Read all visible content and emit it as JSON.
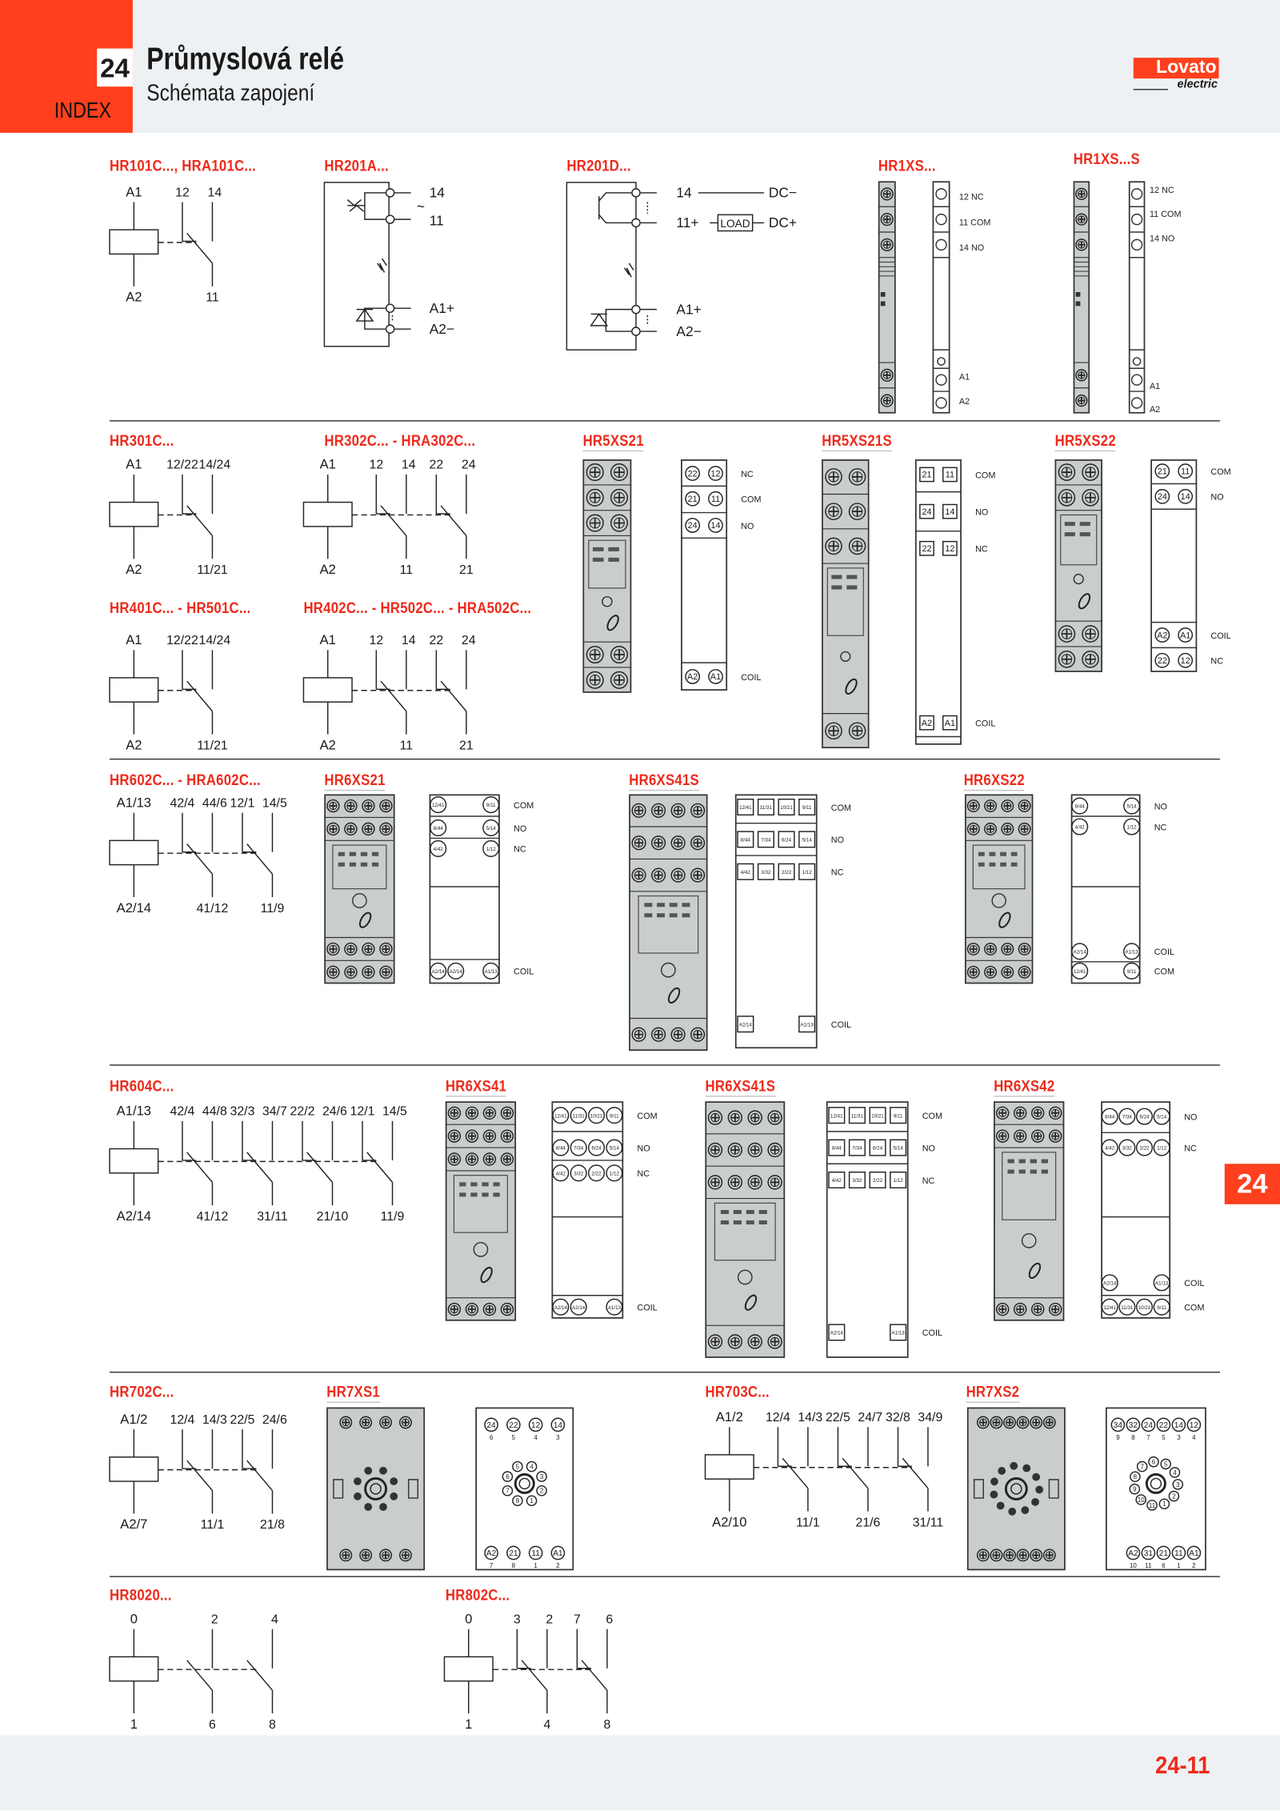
{
  "header": {
    "section_number": "24",
    "title": "Průmyslová relé",
    "subtitle": "Schémata zapojení",
    "index_label": "INDEX",
    "logo_brand": "Lovato",
    "logo_sub": "electric"
  },
  "side_tab": "24",
  "footer": {
    "page_number": "24-11"
  },
  "titles": {
    "hr101c": "HR101C..., HRA101C...",
    "hr201a": "HR201A...",
    "hr201d": "HR201D...",
    "hr1xs": "HR1XS...",
    "hr1xss": "HR1XS...S",
    "hr301c": "HR301C...",
    "hr302c": "HR302C... - HRA302C...",
    "hr5xs21": "HR5XS21",
    "hr5xs21s": "HR5XS21S",
    "hr5xs22": "HR5XS22",
    "hr401c": "HR401C... - HR501C...",
    "hr402c": "HR402C... - HR502C... - HRA502C...",
    "hr602c": "HR602C... - HRA602C...",
    "hr6xs21": "HR6XS21",
    "hr6xs41s_a": "HR6XS41S",
    "hr6xs22": "HR6XS22",
    "hr604c": "HR604C...",
    "hr6xs41": "HR6XS41",
    "hr6xs41s_b": "HR6XS41S",
    "hr6xs42": "HR6XS42",
    "hr702c": "HR702C...",
    "hr7xs1": "HR7XS1",
    "hr703c": "HR703C...",
    "hr7xs2": "HR7XS2",
    "hr8020": "HR8020...",
    "hr802c": "HR802C..."
  },
  "schematics": {
    "hr101c": {
      "coil": [
        "A1",
        "A2"
      ],
      "contacts": [
        {
          "nc": "12",
          "no": "14",
          "com": "11"
        }
      ]
    },
    "hr301c": {
      "coil": [
        "A1",
        "A2"
      ],
      "contacts": [
        {
          "nc": "12/22",
          "no": "14/24",
          "com": "11/21"
        }
      ]
    },
    "hr302c": {
      "coil": [
        "A1",
        "A2"
      ],
      "contacts": [
        {
          "nc": "12",
          "no": "14",
          "com": "11"
        },
        {
          "nc": "22",
          "no": "24",
          "com": "21"
        }
      ]
    },
    "hr401c": {
      "coil": [
        "A1",
        "A2"
      ],
      "contacts": [
        {
          "nc": "12/22",
          "no": "14/24",
          "com": "11/21"
        }
      ]
    },
    "hr402c": {
      "coil": [
        "A1",
        "A2"
      ],
      "contacts": [
        {
          "nc": "12",
          "no": "14",
          "com": "11"
        },
        {
          "nc": "22",
          "no": "24",
          "com": "21"
        }
      ]
    },
    "hr602c": {
      "coil": [
        "A1/13",
        "A2/14"
      ],
      "contacts": [
        {
          "nc": "42/4",
          "no": "44/6",
          "com": "41/12"
        },
        {
          "nc": "12/1",
          "no": "14/5",
          "com": "11/9"
        }
      ]
    },
    "hr604c": {
      "coil": [
        "A1/13",
        "A2/14"
      ],
      "contacts": [
        {
          "nc": "42/4",
          "no": "44/8",
          "com": "41/12"
        },
        {
          "nc": "32/3",
          "no": "34/7",
          "com": "31/11"
        },
        {
          "nc": "22/2",
          "no": "24/6",
          "com": "21/10"
        },
        {
          "nc": "12/1",
          "no": "14/5",
          "com": "11/9"
        }
      ]
    },
    "hr702c": {
      "coil": [
        "A1/2",
        "A2/7"
      ],
      "contacts": [
        {
          "nc": "12/4",
          "no": "14/3",
          "com": "11/1"
        },
        {
          "nc": "22/5",
          "no": "24/6",
          "com": "21/8"
        }
      ]
    },
    "hr703c": {
      "coil": [
        "A1/2",
        "A2/10"
      ],
      "contacts": [
        {
          "nc": "12/4",
          "no": "14/3",
          "com": "11/1"
        },
        {
          "nc": "22/5",
          "no": "24/7",
          "com": "21/6"
        },
        {
          "nc": "32/8",
          "no": "34/9",
          "com": "31/11"
        }
      ]
    },
    "hr8020": {
      "coil": [
        "0",
        "1"
      ],
      "contacts": [
        {
          "no": "2",
          "com": "6"
        },
        {
          "no": "4",
          "com": "8"
        }
      ]
    },
    "hr802c": {
      "coil": [
        "0",
        "1"
      ],
      "contacts": [
        {
          "nc": "3",
          "no": "2",
          "com": "4"
        },
        {
          "nc": "7",
          "no": "6",
          "com": "8"
        }
      ]
    }
  },
  "hr201a": {
    "t14": "14",
    "tilde": "~",
    "t11": "11",
    "a1": "A1+",
    "a2": "A2−"
  },
  "hr201d": {
    "t14": "14",
    "t11": "11+",
    "load": "LOAD",
    "dc_minus": "DC−",
    "dc_plus": "DC+",
    "a1": "A1+",
    "a2": "A2−"
  },
  "hr1xs": {
    "labels": [
      "12 NC",
      "11 COM",
      "14 NO",
      "A1",
      "A2"
    ]
  },
  "hr1xss": {
    "labels": [
      "12 NC",
      "11 COM",
      "14 NO",
      "A1",
      "A2"
    ]
  },
  "fronts": {
    "hr5xs21": {
      "rows": [
        {
          "terms": [
            "22",
            "12"
          ],
          "label": "NC"
        },
        {
          "terms": [
            "21",
            "11"
          ],
          "label": "COM"
        },
        {
          "terms": [
            "24",
            "14"
          ],
          "label": "NO"
        },
        {
          "terms": [
            "A2",
            "A1"
          ],
          "label": "COIL"
        }
      ]
    },
    "hr5xs21s": {
      "rows": [
        {
          "terms": [
            "21",
            "11"
          ],
          "label": "COM"
        },
        {
          "terms": [
            "24",
            "14"
          ],
          "label": "NO"
        },
        {
          "terms": [
            "22",
            "12"
          ],
          "label": "NC"
        },
        {
          "terms": [
            "A2",
            "A1"
          ],
          "label": "COIL"
        }
      ]
    },
    "hr5xs22": {
      "rows": [
        {
          "terms": [
            "21",
            "11"
          ],
          "label": "COM"
        },
        {
          "terms": [
            "24",
            "14"
          ],
          "label": "NO"
        },
        {
          "terms": [
            "A2",
            "A1"
          ],
          "label": "COIL"
        },
        {
          "terms": [
            "22",
            "12"
          ],
          "label": "NC"
        }
      ]
    },
    "hr6xs21": {
      "rows": [
        {
          "terms": [
            "12/41",
            "",
            "",
            "9/11"
          ],
          "label": "COM"
        },
        {
          "terms": [
            "8/44",
            "",
            "",
            "5/14"
          ],
          "label": "NO"
        },
        {
          "terms": [
            "4/42",
            "",
            "",
            "1/12"
          ],
          "label": "NC"
        },
        {
          "terms": [
            "A2/14",
            "A2/14",
            "",
            "A1/13"
          ],
          "label": "COIL"
        }
      ]
    },
    "hr6xs41s_a": {
      "rows": [
        {
          "terms": [
            "12/41",
            "11/31",
            "10/21",
            "9/11"
          ],
          "label": "COM"
        },
        {
          "terms": [
            "8/44",
            "7/34",
            "6/24",
            "5/14"
          ],
          "label": "NO"
        },
        {
          "terms": [
            "4/42",
            "3/32",
            "2/22",
            "1/12"
          ],
          "label": "NC"
        },
        {
          "terms": [
            "A2/14",
            "",
            "",
            "A1/13"
          ],
          "label": "COIL"
        }
      ]
    },
    "hr6xs22": {
      "rows": [
        {
          "terms": [
            "8/44",
            "",
            "",
            "5/14"
          ],
          "label": "NO"
        },
        {
          "terms": [
            "4/42",
            "",
            "",
            "1/12"
          ],
          "label": "NC"
        },
        {
          "terms": [
            "A2/14",
            "",
            "",
            "A1/13"
          ],
          "label": "COIL"
        },
        {
          "terms": [
            "12/41",
            "",
            "",
            "9/11"
          ],
          "label": "COM"
        }
      ]
    },
    "hr6xs41": {
      "rows": [
        {
          "terms": [
            "12/41",
            "11/31",
            "10/21",
            "9/11"
          ],
          "label": "COM"
        },
        {
          "terms": [
            "8/44",
            "7/34",
            "6/24",
            "5/14"
          ],
          "label": "NO"
        },
        {
          "terms": [
            "4/42",
            "3/32",
            "2/22",
            "1/12"
          ],
          "label": "NC"
        },
        {
          "terms": [
            "A2/14",
            "A2/14",
            "",
            "A1/13"
          ],
          "label": "COIL"
        }
      ]
    },
    "hr6xs41s_b": {
      "rows": [
        {
          "terms": [
            "12/41",
            "11/31",
            "10/21",
            "9/11"
          ],
          "label": "COM"
        },
        {
          "terms": [
            "8/44",
            "7/34",
            "6/24",
            "5/14"
          ],
          "label": "NO"
        },
        {
          "terms": [
            "4/42",
            "3/32",
            "2/22",
            "1/12"
          ],
          "label": "NC"
        },
        {
          "terms": [
            "A2/14",
            "",
            "",
            "A1/13"
          ],
          "label": "COIL"
        }
      ]
    },
    "hr6xs42": {
      "rows": [
        {
          "terms": [
            "8/44",
            "7/34",
            "6/24",
            "5/14"
          ],
          "label": "NO"
        },
        {
          "terms": [
            "4/42",
            "3/32",
            "2/22",
            "1/12"
          ],
          "label": "NC"
        },
        {
          "terms": [
            "A2/14",
            "",
            "",
            "A1/13"
          ],
          "label": "COIL"
        },
        {
          "terms": [
            "12/41",
            "11/31",
            "10/21",
            "9/11"
          ],
          "label": "COM"
        }
      ]
    }
  },
  "round_fronts": {
    "hr7xs1": {
      "top": [
        [
          "24",
          "6"
        ],
        [
          "22",
          "5"
        ],
        [
          "12",
          "4"
        ],
        [
          "14",
          "3"
        ]
      ],
      "ring": [
        "1",
        "2",
        "3",
        "4",
        "5",
        "6",
        "7",
        "8"
      ],
      "bottom": [
        [
          "A2",
          "7"
        ],
        [
          "21",
          "8"
        ],
        [
          "11",
          "1"
        ],
        [
          "A1",
          "2"
        ]
      ]
    },
    "hr7xs2": {
      "top": [
        [
          "34",
          "9"
        ],
        [
          "32",
          "8"
        ],
        [
          "24",
          "7"
        ],
        [
          "22",
          "5"
        ],
        [
          "14",
          "3"
        ],
        [
          "12",
          "4"
        ]
      ],
      "ring": [
        "1",
        "2",
        "3",
        "4",
        "5",
        "6",
        "7",
        "8",
        "9",
        "10",
        "11"
      ],
      "bottom": [
        [
          "A2",
          "10"
        ],
        [
          "31",
          "11"
        ],
        [
          "21",
          "6"
        ],
        [
          "11",
          "1"
        ],
        [
          "A1",
          "2"
        ]
      ]
    }
  },
  "colors": {
    "accent": "#ff3f1d",
    "title_red": "#ee2a1b",
    "socket_gray": "#c9cecd",
    "band": "#eef1f3"
  }
}
